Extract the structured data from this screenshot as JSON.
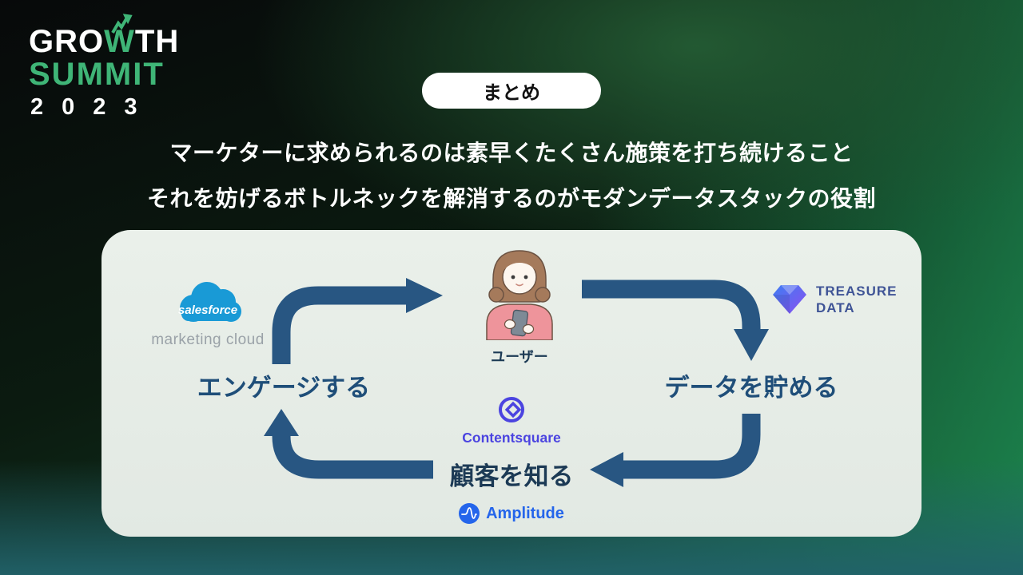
{
  "logo": {
    "line1_pre": "GRO",
    "line1_w": "W",
    "line1_post": "TH",
    "line2": "SUMMIT",
    "line3": "2023"
  },
  "badge": {
    "label": "まとめ"
  },
  "headline": {
    "line1": "マーケターに求められるのは素早くたくさん施策を打ち続けること",
    "line2": "それを妨げるボトルネックを解消するのがモダンデータスタックの役割"
  },
  "diagram": {
    "user_label": "ユーザー",
    "steps": {
      "engage": "エンゲージする",
      "store": "データを貯める",
      "know": "顧客を知る"
    },
    "logos": {
      "salesforce": {
        "name": "salesforce",
        "subtitle": "marketing cloud"
      },
      "treasure_data": {
        "line1": "TREASURE",
        "line2": "DATA"
      },
      "contentsquare": {
        "label": "Contentsquare"
      },
      "amplitude": {
        "label": "Amplitude"
      }
    },
    "colors": {
      "panel_background": "#e6ece7",
      "arrow": "#285682",
      "step_label": "#1f4e79",
      "logo_green": "#3fb577",
      "salesforce_blue": "#199ad6",
      "treasure_navy": "#3f5496",
      "contentsquare_purple": "#4b44e0",
      "amplitude_blue": "#2465eb"
    }
  }
}
